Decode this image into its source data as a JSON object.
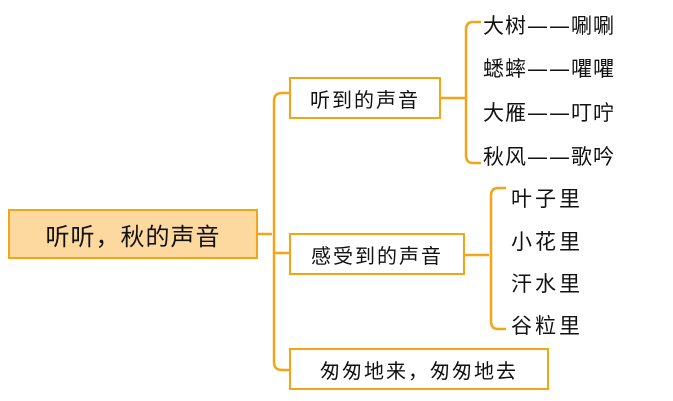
{
  "root": {
    "label": "听听，秋的声音"
  },
  "branches": [
    {
      "label": "听到的声音",
      "children": [
        "大树——唰唰",
        "蟋蟀——㘗㘗",
        "大雁——叮咛",
        "秋风——歌吟"
      ]
    },
    {
      "label": "感受到的声音",
      "children": [
        "叶子里",
        "小花里",
        "汗水里",
        "谷粒里"
      ]
    },
    {
      "label": "匆匆地来，匆匆地去",
      "children": []
    }
  ],
  "colors": {
    "accent": "#f2a516",
    "root_fill": "#fdd9a0"
  }
}
